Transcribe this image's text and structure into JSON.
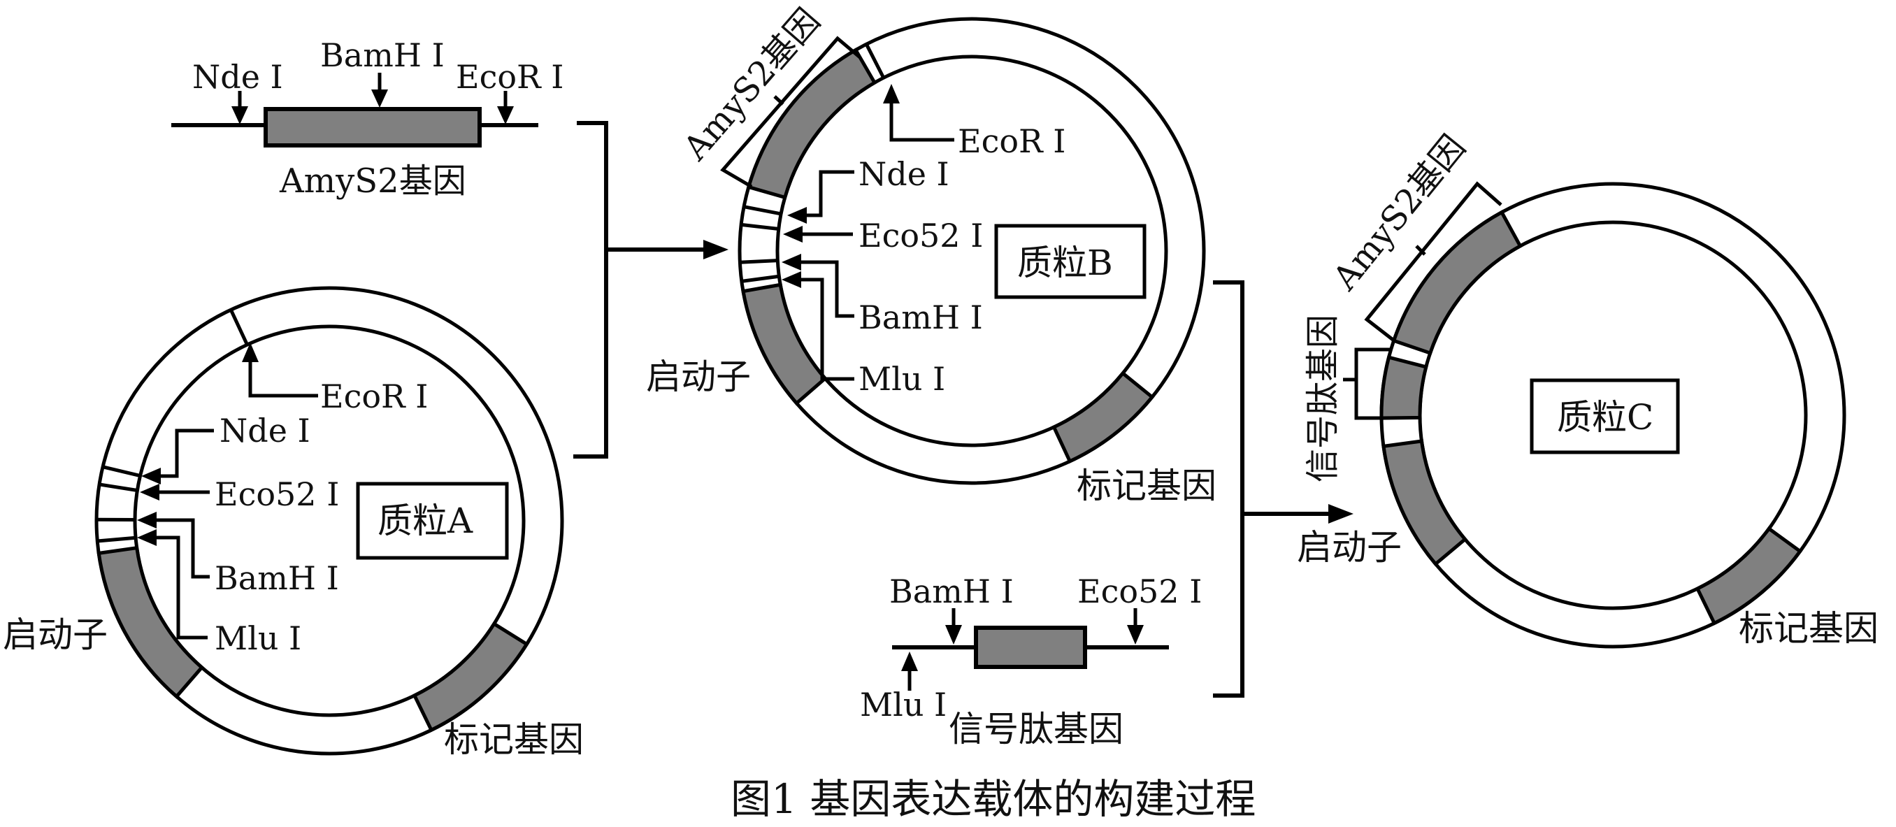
{
  "colors": {
    "gene_fill": "#808080",
    "line": "#000000",
    "background": "#ffffff"
  },
  "caption": "图1 基因表达载体的构建过程",
  "amys2_fragment": {
    "label": "AmyS2基因",
    "sites": [
      "Nde Ⅰ",
      "BamH Ⅰ",
      "EcoR Ⅰ"
    ]
  },
  "signal_fragment": {
    "label": "信号肽基因",
    "sites": [
      "BamH Ⅰ",
      "Eco52 Ⅰ",
      "Mlu Ⅰ"
    ]
  },
  "plasmid_a": {
    "name": "质粒A",
    "promoter": "启动子",
    "marker": "标记基因",
    "sites": [
      "EcoR Ⅰ",
      "Nde Ⅰ",
      "Eco52 Ⅰ",
      "BamH Ⅰ",
      "Mlu Ⅰ"
    ]
  },
  "plasmid_b": {
    "name": "质粒B",
    "promoter": "启动子",
    "marker": "标记基因",
    "insert": "AmyS2基因",
    "sites": [
      "EcoR Ⅰ",
      "Nde Ⅰ",
      "Eco52 Ⅰ",
      "BamH Ⅰ",
      "Mlu Ⅰ"
    ]
  },
  "plasmid_c": {
    "name": "质粒C",
    "promoter": "启动子",
    "marker": "标记基因",
    "insert": "AmyS2基因",
    "signal": "信号肽基因"
  }
}
